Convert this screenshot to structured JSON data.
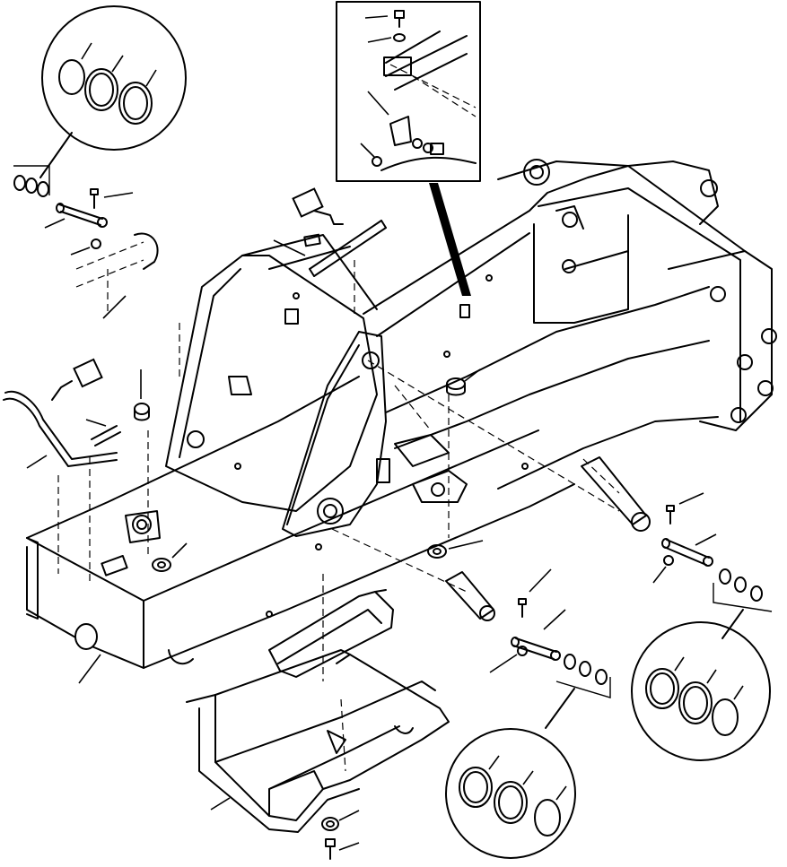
{
  "diagram": {
    "kind": "exploded-parts-view",
    "callout_labels": [],
    "colors": {
      "line": "#000000",
      "background": "#ffffff"
    },
    "components": [
      "main-loader-frame",
      "rear-crossmember",
      "lift-arm-tower",
      "pivot-pin",
      "snap-ring",
      "thrust-washer",
      "bolt",
      "lock-nut",
      "grease-fitting",
      "bushing",
      "rod",
      "hydraulic-cylinder-end",
      "guard-bracket",
      "belly-pan",
      "detail-inset-bracket",
      "magnifier-circle"
    ]
  }
}
